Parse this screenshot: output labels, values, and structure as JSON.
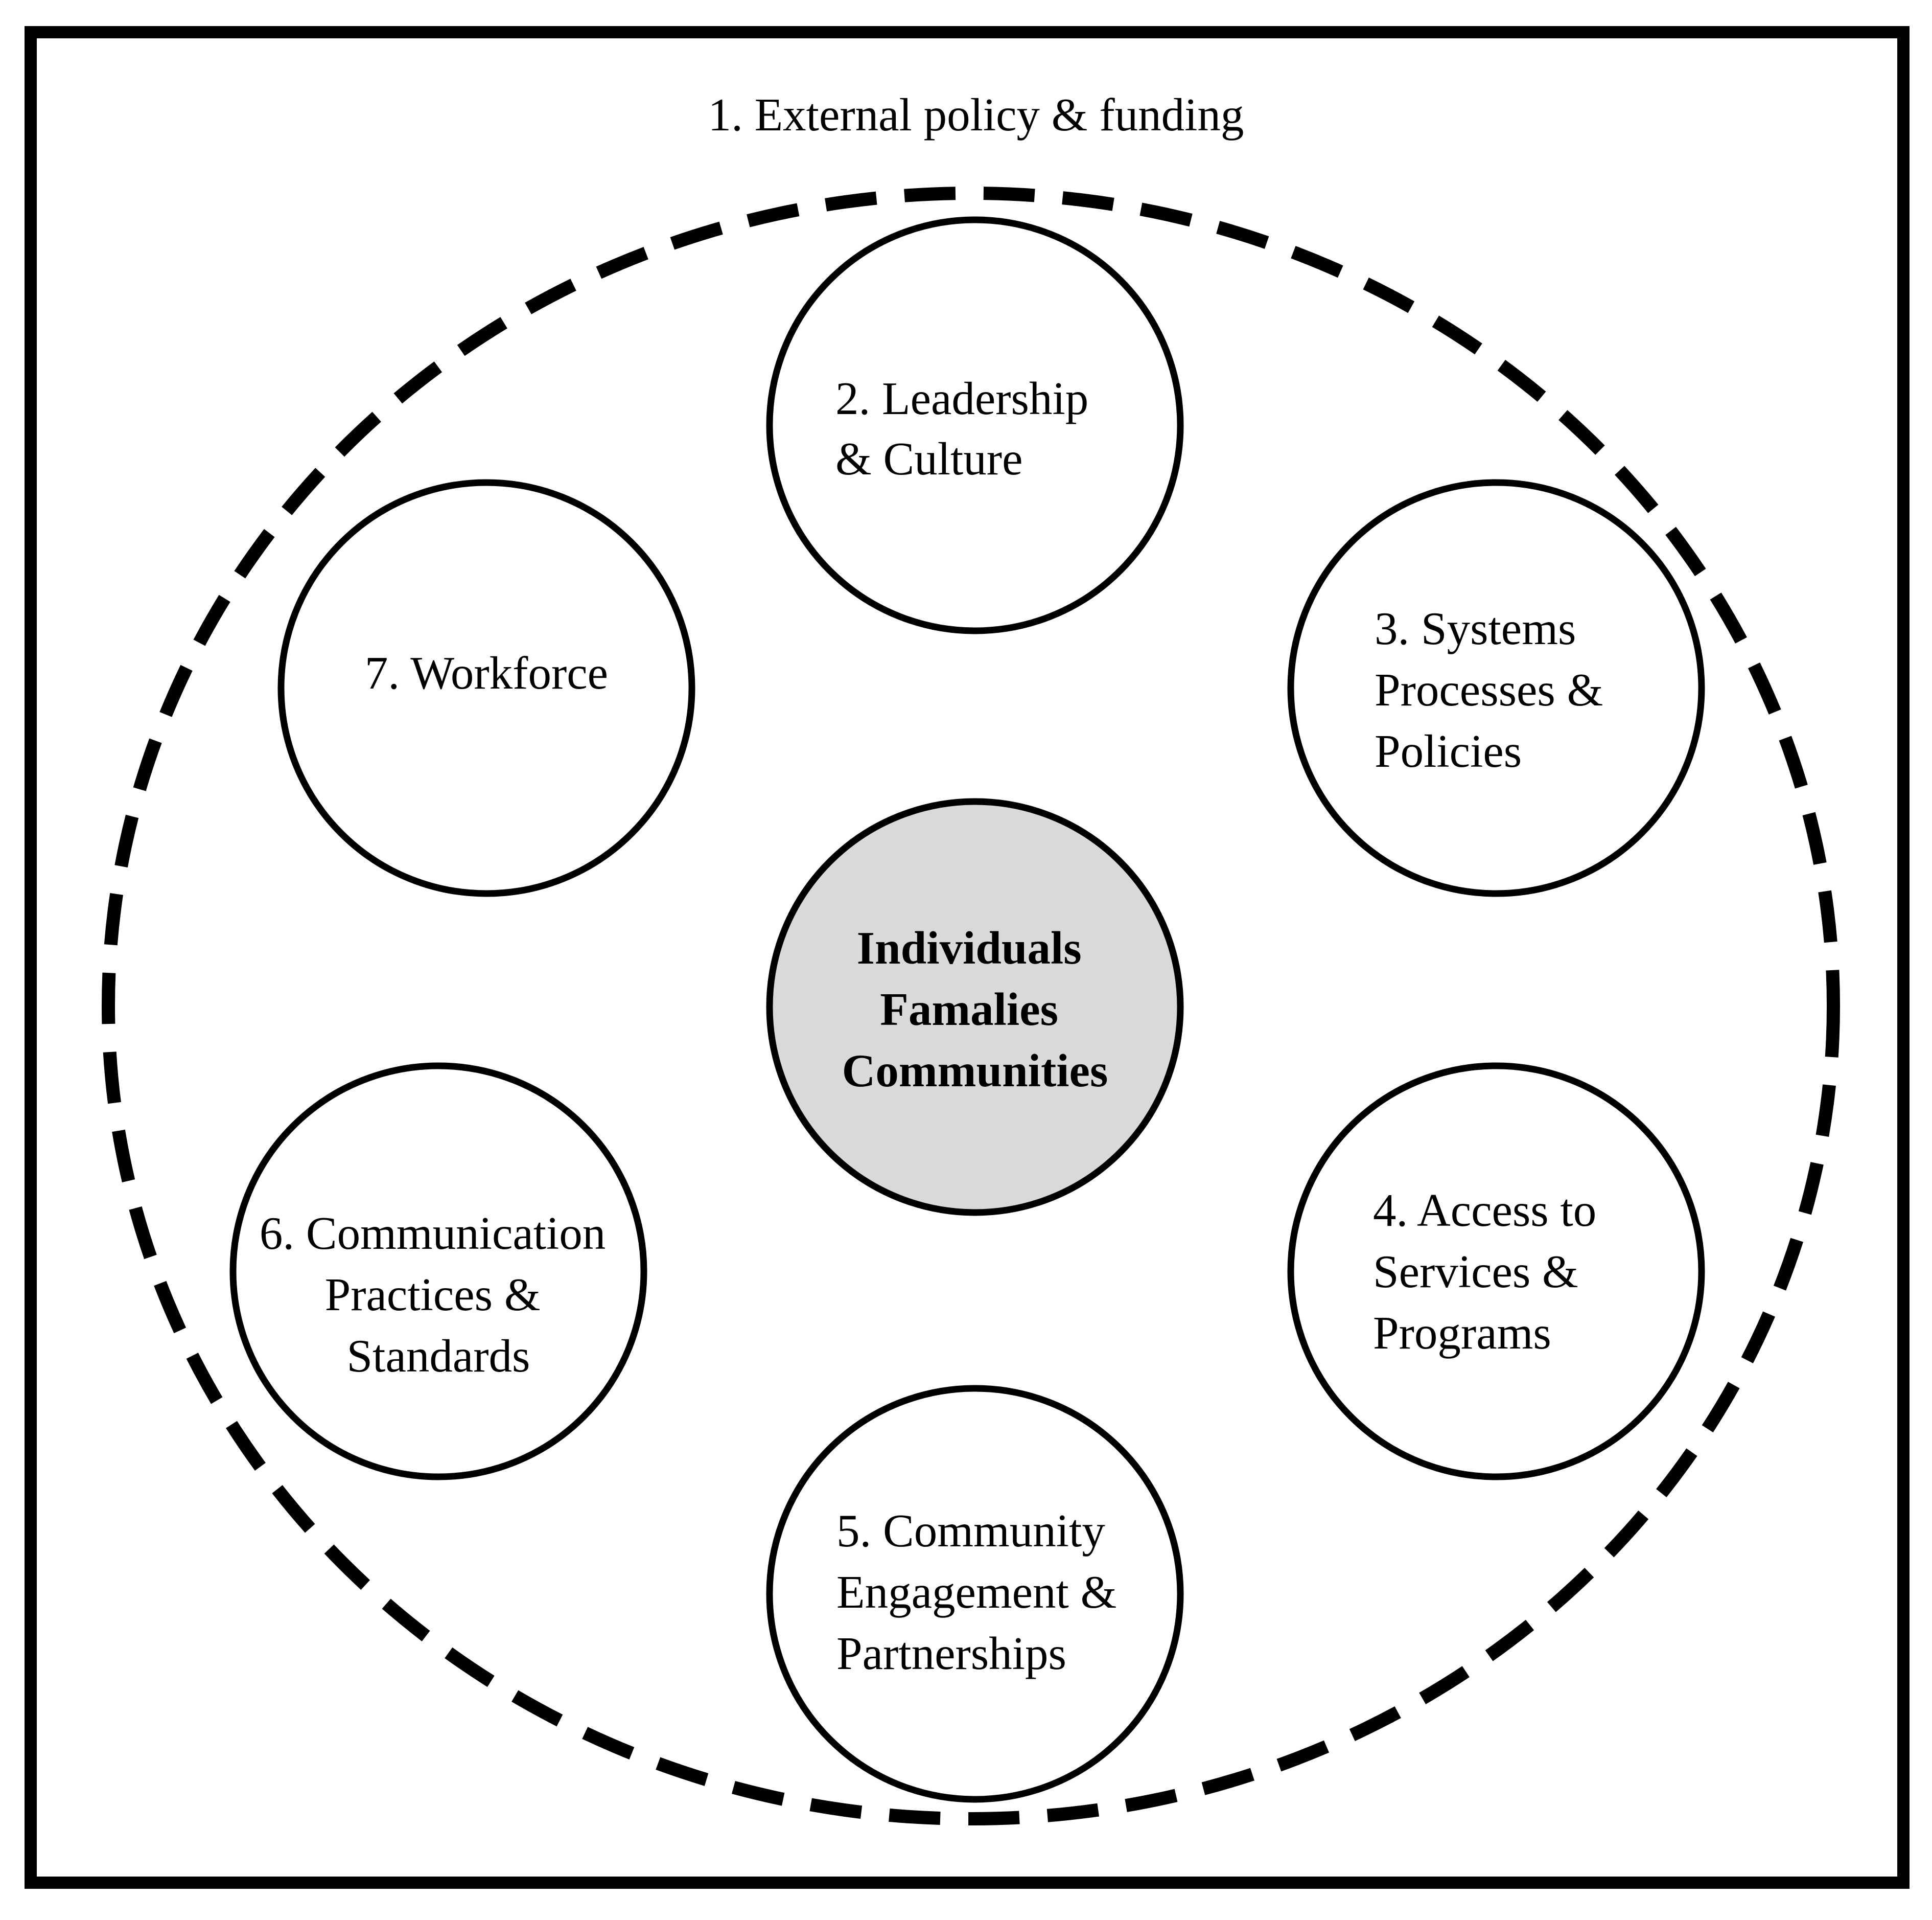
{
  "outer_label": "1. External policy & funding",
  "center": {
    "lines": [
      "Individuals",
      "Famalies",
      "Communities"
    ],
    "fill_color": "#d9d9d9"
  },
  "nodes": [
    {
      "lines": [
        "2. Leadership",
        "& Culture"
      ]
    },
    {
      "lines": [
        "3. Systems",
        "Processes &",
        "Policies"
      ]
    },
    {
      "lines": [
        "4. Access to",
        "Services &",
        "Programs"
      ]
    },
    {
      "lines": [
        "5. Community",
        "Engagement &",
        "Partnerships"
      ]
    },
    {
      "lines": [
        "6. Communication",
        "Practices &",
        "Standards"
      ]
    },
    {
      "lines": [
        "7. Workforce"
      ]
    }
  ]
}
